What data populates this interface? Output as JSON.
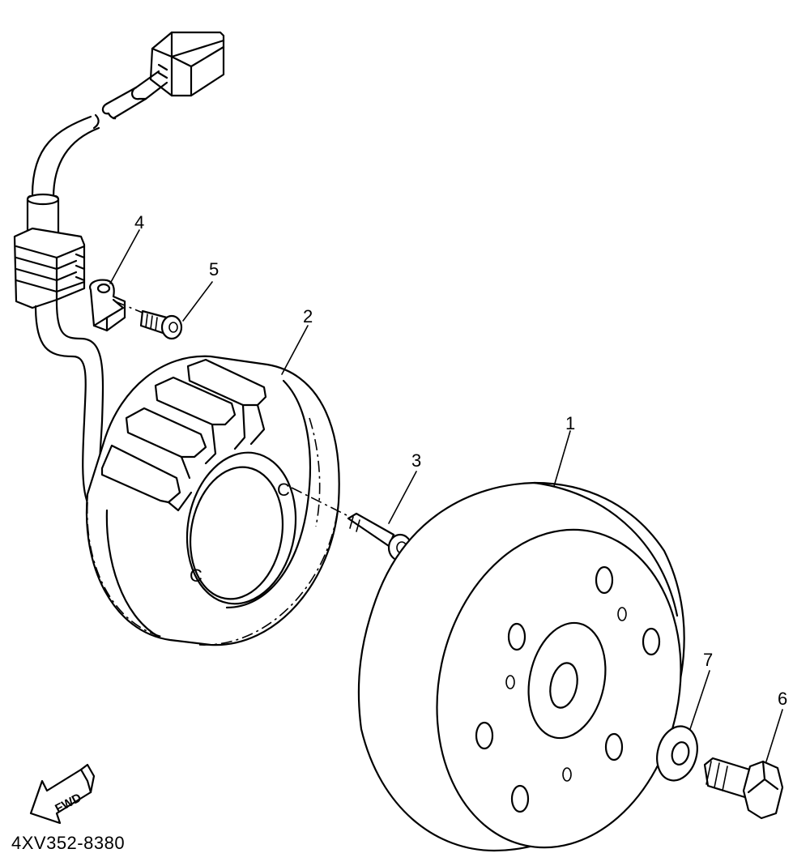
{
  "diagram": {
    "part_callouts": [
      {
        "id": "1",
        "part": "flywheel-rotor"
      },
      {
        "id": "2",
        "part": "stator-assembly"
      },
      {
        "id": "3",
        "part": "stator-bolt"
      },
      {
        "id": "4",
        "part": "lead-clamp"
      },
      {
        "id": "5",
        "part": "clamp-screw"
      },
      {
        "id": "6",
        "part": "rotor-bolt"
      },
      {
        "id": "7",
        "part": "washer"
      }
    ],
    "direction_arrow_label": "FWD",
    "diagram_code": "4XV352-8380",
    "stator_marks": [
      "C",
      "C"
    ]
  }
}
